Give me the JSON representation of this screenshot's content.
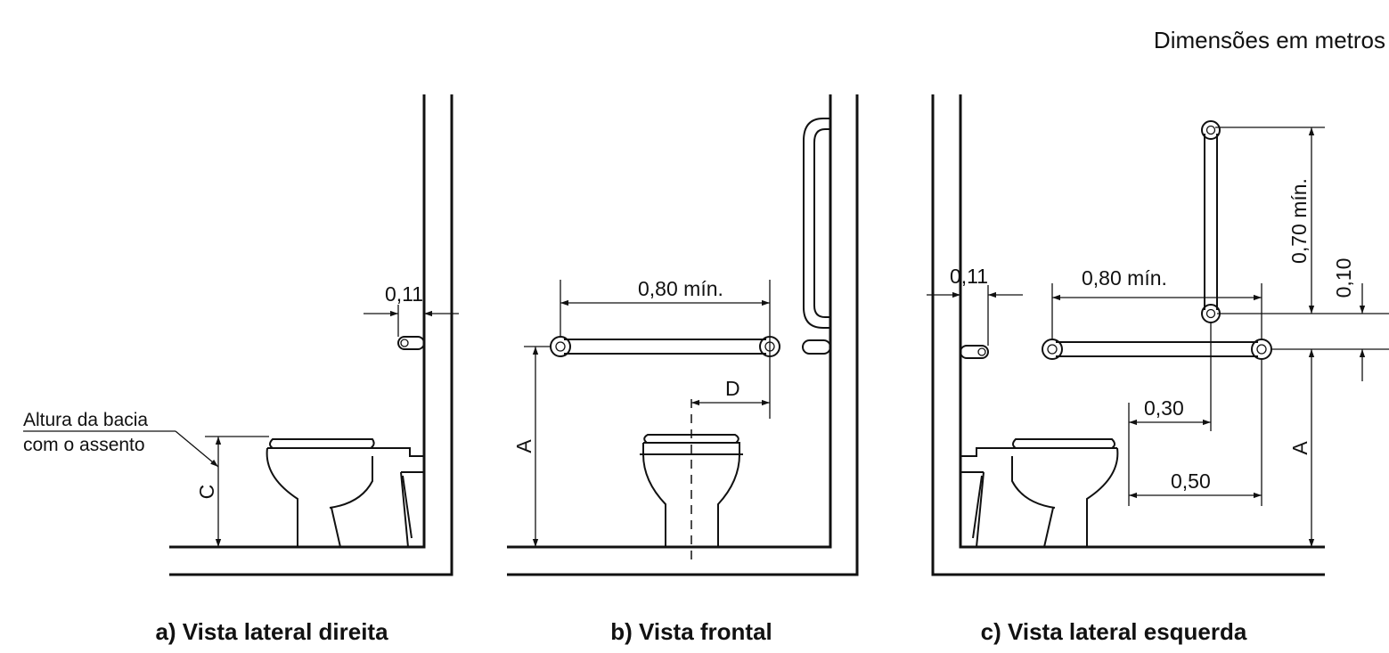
{
  "units_note": "Dimensões em metros",
  "captions": {
    "a": "a) Vista lateral direita",
    "b": "b) Vista frontal",
    "c": "c) Vista lateral esquerda"
  },
  "labels": {
    "seat_height_line1": "Altura da bacia",
    "seat_height_line2": "com o assento",
    "C": "C",
    "A": "A",
    "D": "D",
    "dim_011": "0,11",
    "dim_080": "0,80 mín.",
    "dim_070": "0,70 mín.",
    "dim_010": "0,10",
    "dim_030": "0,30",
    "dim_050": "0,50"
  }
}
